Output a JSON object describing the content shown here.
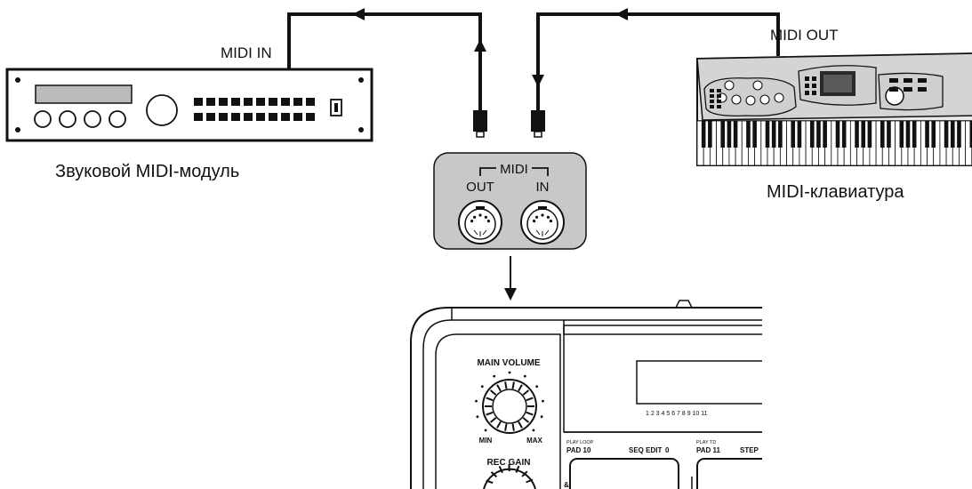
{
  "labels": {
    "midi_in": "MIDI IN",
    "midi_out": "MIDI OUT",
    "sound_module": "Звуковой MIDI-модуль",
    "keyboard": "MIDI-клавиатура"
  },
  "interface_panel": {
    "title": "MIDI",
    "out_label": "OUT",
    "in_label": "IN"
  },
  "device": {
    "main_volume": "MAIN VOLUME",
    "min": "MIN",
    "max": "MAX",
    "rec_gain": "REC GAIN",
    "scale_numbers": "1 2 3 4 5 6 7 8 9 10 11",
    "play_loop": "PLAY LOOP",
    "pad_10": "PAD 10",
    "seq_edit": "SEQ EDIT",
    "zero": "0",
    "play_td": "PLAY TD",
    "pad_11": "PAD 11",
    "step": "STEP",
    "amp": "&"
  },
  "colors": {
    "line": "#111111",
    "panel_fill": "#c8c8c8"
  }
}
